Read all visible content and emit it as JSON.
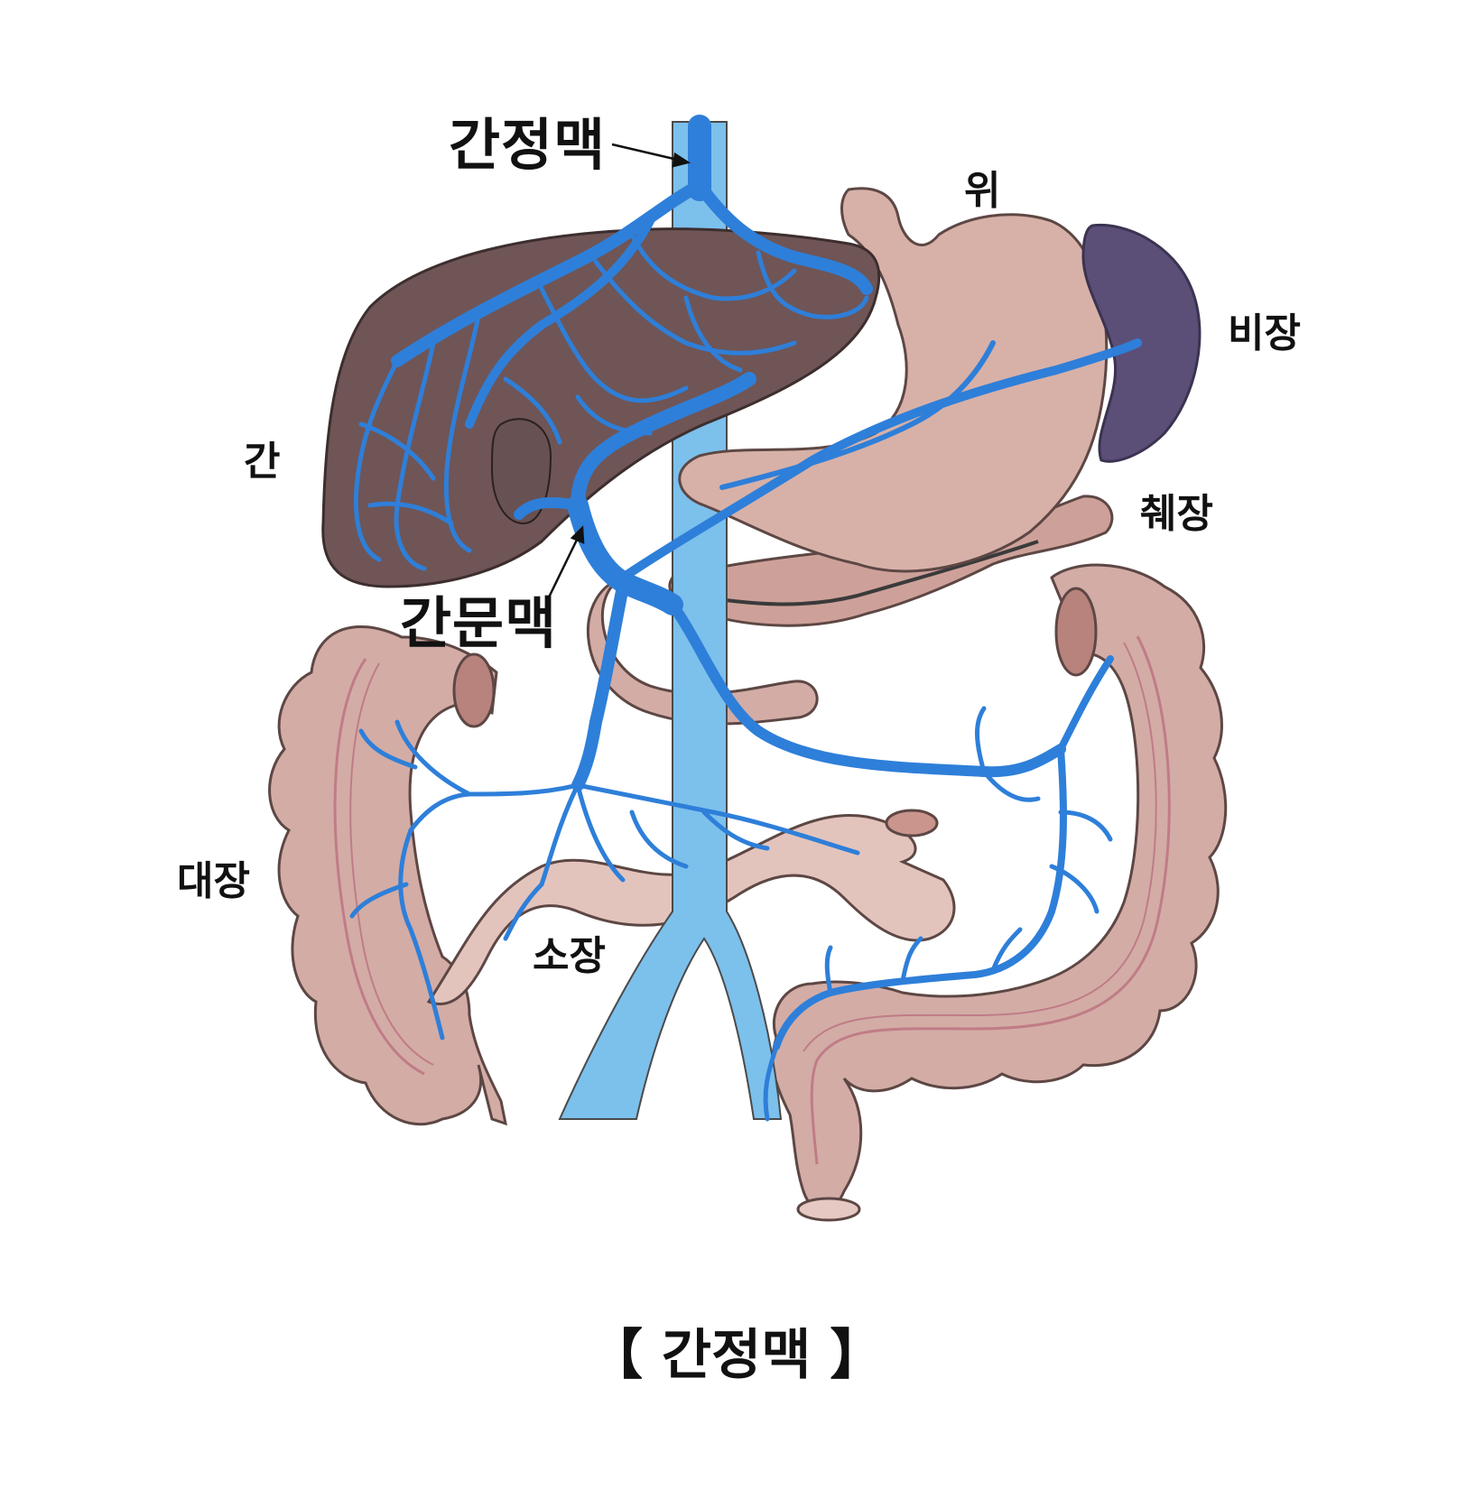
{
  "labels": {
    "hepatic_vein": "간정맥",
    "stomach": "위",
    "spleen": "비장",
    "liver": "간",
    "pancreas": "췌장",
    "portal_vein": "간문맥",
    "large_intestine": "대장",
    "small_intestine": "소장"
  },
  "caption": "【 간정맥 】",
  "colors": {
    "vein": "#2e7fd9",
    "vein_light": "#7cc0ec",
    "liver": "#6f5556",
    "spleen": "#5b4f78",
    "intestine": "#d3aca6",
    "stomach": "#d7b1a8"
  }
}
